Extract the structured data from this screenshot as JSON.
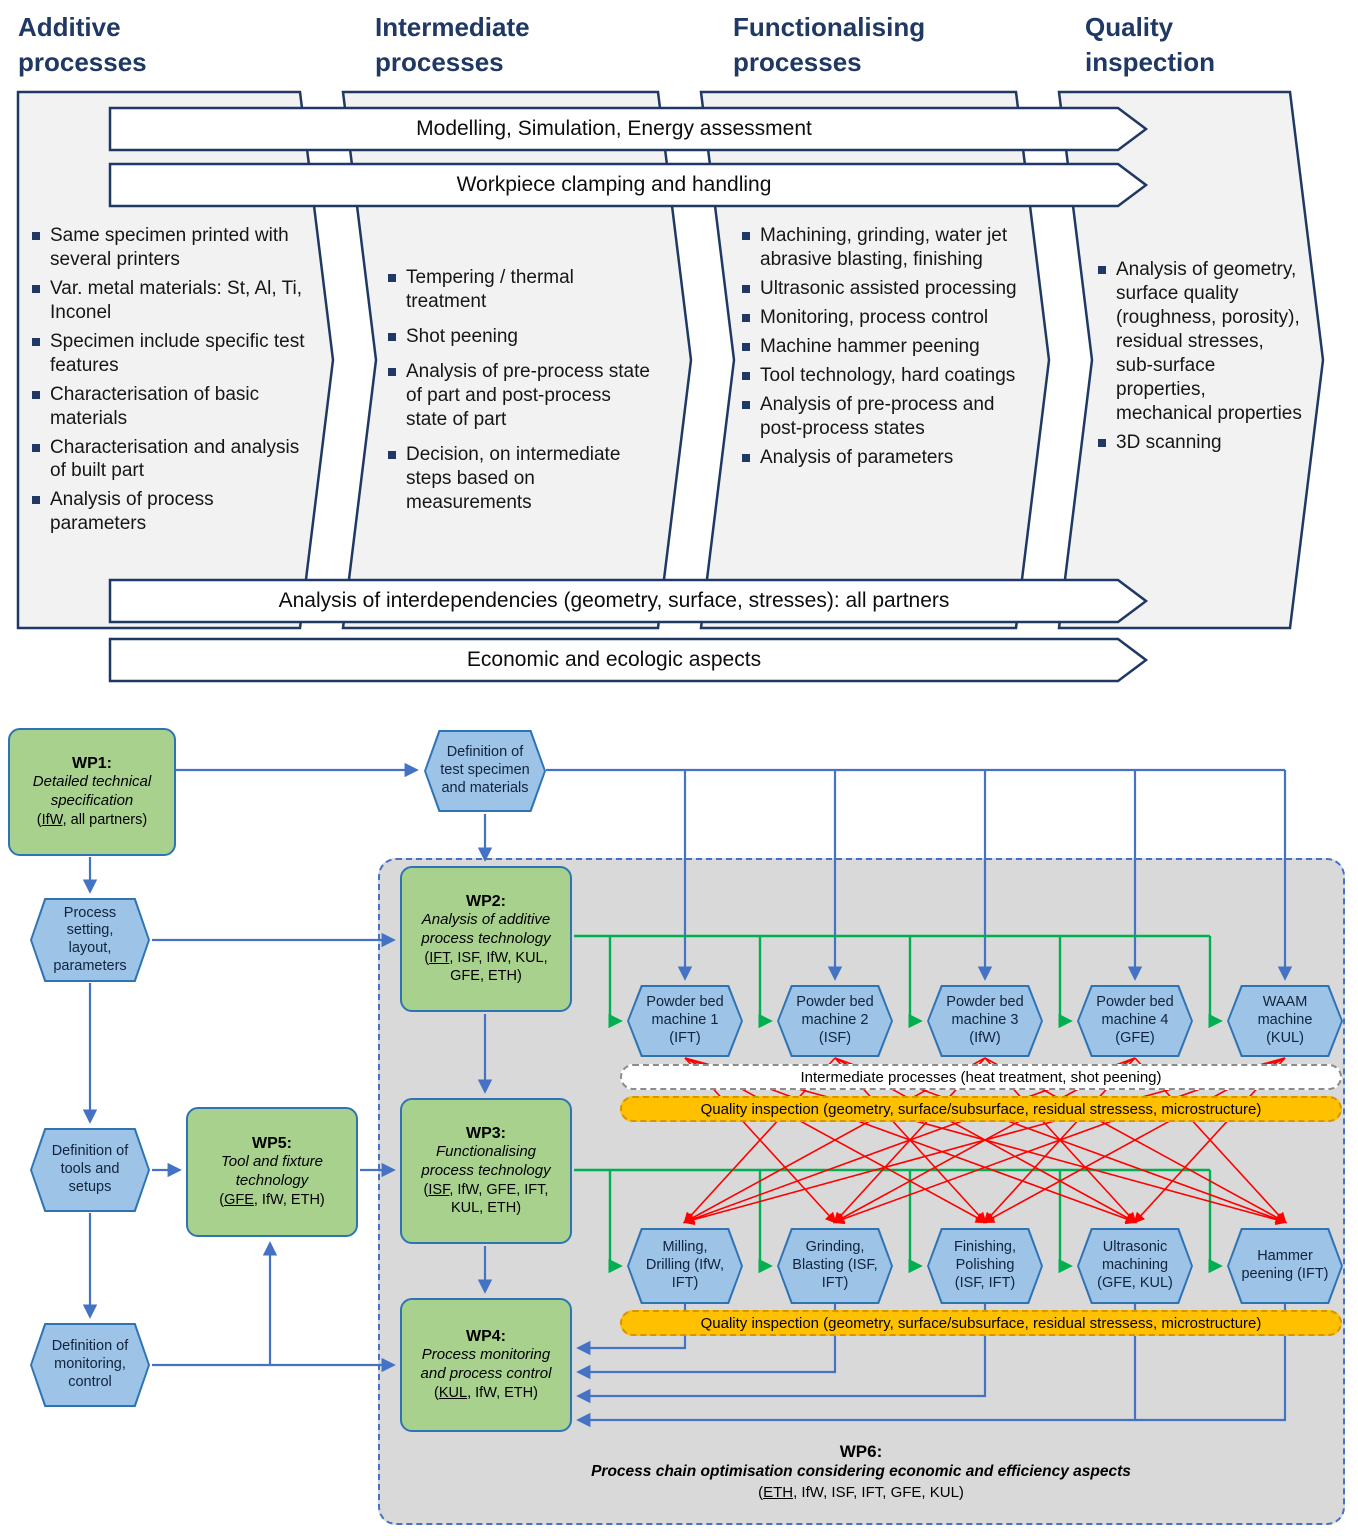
{
  "chain": {
    "columns": [
      {
        "title": "Additive processes",
        "bullets": [
          "Same specimen printed with several printers",
          "Var. metal materials: St, Al, Ti, Inconel",
          "Specimen include specific test features",
          "Characterisation of basic materials",
          "Characterisation and analysis of built part",
          "Analysis of process parameters"
        ]
      },
      {
        "title": "Intermediate processes",
        "bullets": [
          "Tempering / thermal treatment",
          "Shot peening",
          "Analysis of pre-process state of part and post-process state of part",
          "Decision, on intermediate steps based on measurements"
        ]
      },
      {
        "title": "Functionalising processes",
        "bullets": [
          "Machining, grinding, water jet abrasive blasting, finishing",
          "Ultrasonic assisted processing",
          "Monitoring, process control",
          "Machine hammer peening",
          "Tool technology, hard coatings",
          "Analysis of pre-process and post-process states",
          "Analysis of parameters"
        ]
      },
      {
        "title": "Quality inspection",
        "bullets": [
          "Analysis of geometry, surface quality (roughness, porosity), residual stresses, sub-surface properties, mechanical properties",
          "3D scanning"
        ]
      }
    ],
    "banners": {
      "modelling": "Modelling, Simulation, Energy assessment",
      "clamping": "Workpiece clamping and handling",
      "interdependencies": "Analysis of interdependencies (geometry, surface, stresses): all partners",
      "economic": "Economic and ecologic aspects"
    }
  },
  "wp": {
    "wp1": {
      "name": "WP1:",
      "title": "Detailed technical specification",
      "pre": "(",
      "lead": "IfW",
      "post": ", all partners)"
    },
    "wp2": {
      "name": "WP2:",
      "title": "Analysis of additive process technology",
      "pre": "(",
      "lead": "IFT",
      "post": ", ISF, IfW, KUL, GFE, ETH)"
    },
    "wp3": {
      "name": "WP3:",
      "title": "Functionalising process technology",
      "pre": "(",
      "lead": "ISF",
      "post": ", IfW, GFE, IFT, KUL, ETH)"
    },
    "wp4": {
      "name": "WP4:",
      "title": "Process monitoring and process control",
      "pre": "(",
      "lead": "KUL",
      "post": ", IfW, ETH)"
    },
    "wp5": {
      "name": "WP5:",
      "title": "Tool and fixture technology",
      "pre": "(",
      "lead": "GFE",
      "post": ", IfW, ETH)"
    },
    "wp6": {
      "name": "WP6:",
      "title": "Process chain optimisation considering economic and efficiency aspects",
      "pre": "(",
      "lead": "ETH",
      "post": ", IfW, ISF, IFT, GFE, KUL)"
    }
  },
  "side_hexagons": {
    "test_specimen": "Definition of test specimen and materials",
    "process_setting": "Process setting, layout, parameters",
    "tools": "Definition of tools and setups",
    "monitoring": "Definition of monitoring, control"
  },
  "machines": [
    "Powder bed machine 1 (IFT)",
    "Powder bed machine 2 (ISF)",
    "Powder bed machine 3 (IfW)",
    "Powder bed machine 4 (GFE)",
    "WAAM machine (KUL)"
  ],
  "processes": [
    "Milling, Drilling (IfW, IFT)",
    "Grinding, Blasting (ISF, IFT)",
    "Finishing, Polishing (ISF, IFT)",
    "Ultrasonic machining (GFE, KUL)",
    "Hammer peening (IFT)"
  ],
  "mid_banners": {
    "intermediate": "Intermediate processes (heat treatment, shot peening)",
    "quality": "Quality inspection (geometry, surface/subsurface, residual stressess, microstructure)"
  },
  "colors": {
    "navy": "#1F3864",
    "arrow_blue": "#4472C4",
    "arrow_green": "#00B050",
    "arrow_red": "#FF0000",
    "hex_fill": "#9DC3E6",
    "hex_border": "#2E74B5",
    "wp_fill": "#A9D18E",
    "orange": "#FFC000",
    "container_gray": "#D9D9D9",
    "chevron_fill": "#F2F2F2"
  }
}
